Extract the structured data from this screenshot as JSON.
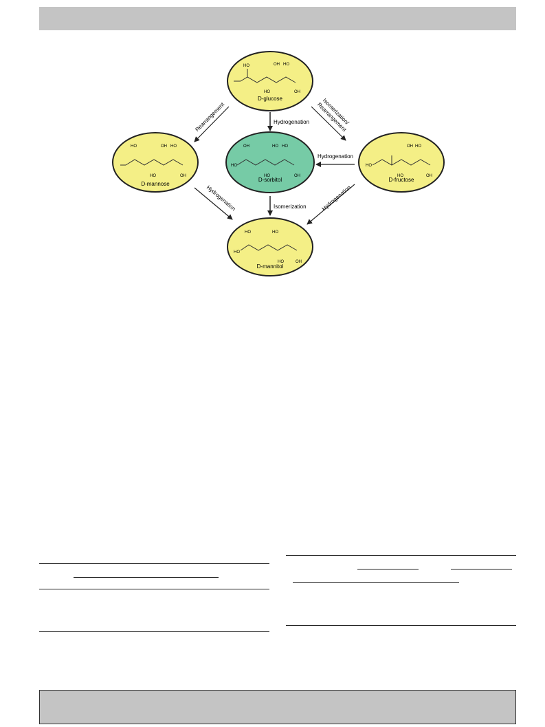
{
  "diagram": {
    "molecules": {
      "glucose": {
        "label": "D-glucose",
        "groups": [
          "HO",
          "OH",
          "HO",
          "HO",
          "OH"
        ],
        "fill": "#f4ef86"
      },
      "mannose": {
        "label": "D-mannose",
        "groups": [
          "HO",
          "OH",
          "HO",
          "HO",
          "OH"
        ],
        "fill": "#f4ef86"
      },
      "sorbitol": {
        "label": "D-sorbitol",
        "groups": [
          "HO",
          "OH",
          "HO",
          "HO",
          "HO",
          "OH"
        ],
        "fill": "#76cba6"
      },
      "fructose": {
        "label": "D-fructose",
        "groups": [
          "OH",
          "HO",
          "HO",
          "HO",
          "OH"
        ],
        "fill": "#f4ef86"
      },
      "mannitol": {
        "label": "D-mannitol",
        "groups": [
          "HO",
          "HO",
          "HO",
          "HO",
          "OH"
        ],
        "fill": "#f4ef86"
      }
    },
    "reactions": {
      "glucose_to_mannose": "Rearrangement",
      "glucose_to_sorbitol": "Hydrogenation",
      "glucose_to_fructose_line1": "Isomerization/",
      "glucose_to_fructose_line2": "Rearrangement",
      "fructose_to_sorbitol": "Hydrogenation",
      "mannose_to_mannitol": "Hydrogenation",
      "sorbitol_to_mannitol": "Isomerization",
      "fructose_to_mannitol": "Hydrogenation"
    }
  },
  "colors": {
    "header_bar": "#c4c4c4",
    "footer_bar": "#c4c4c4",
    "ellipse_yellow": "#f4ef86",
    "ellipse_green": "#76cba6"
  }
}
